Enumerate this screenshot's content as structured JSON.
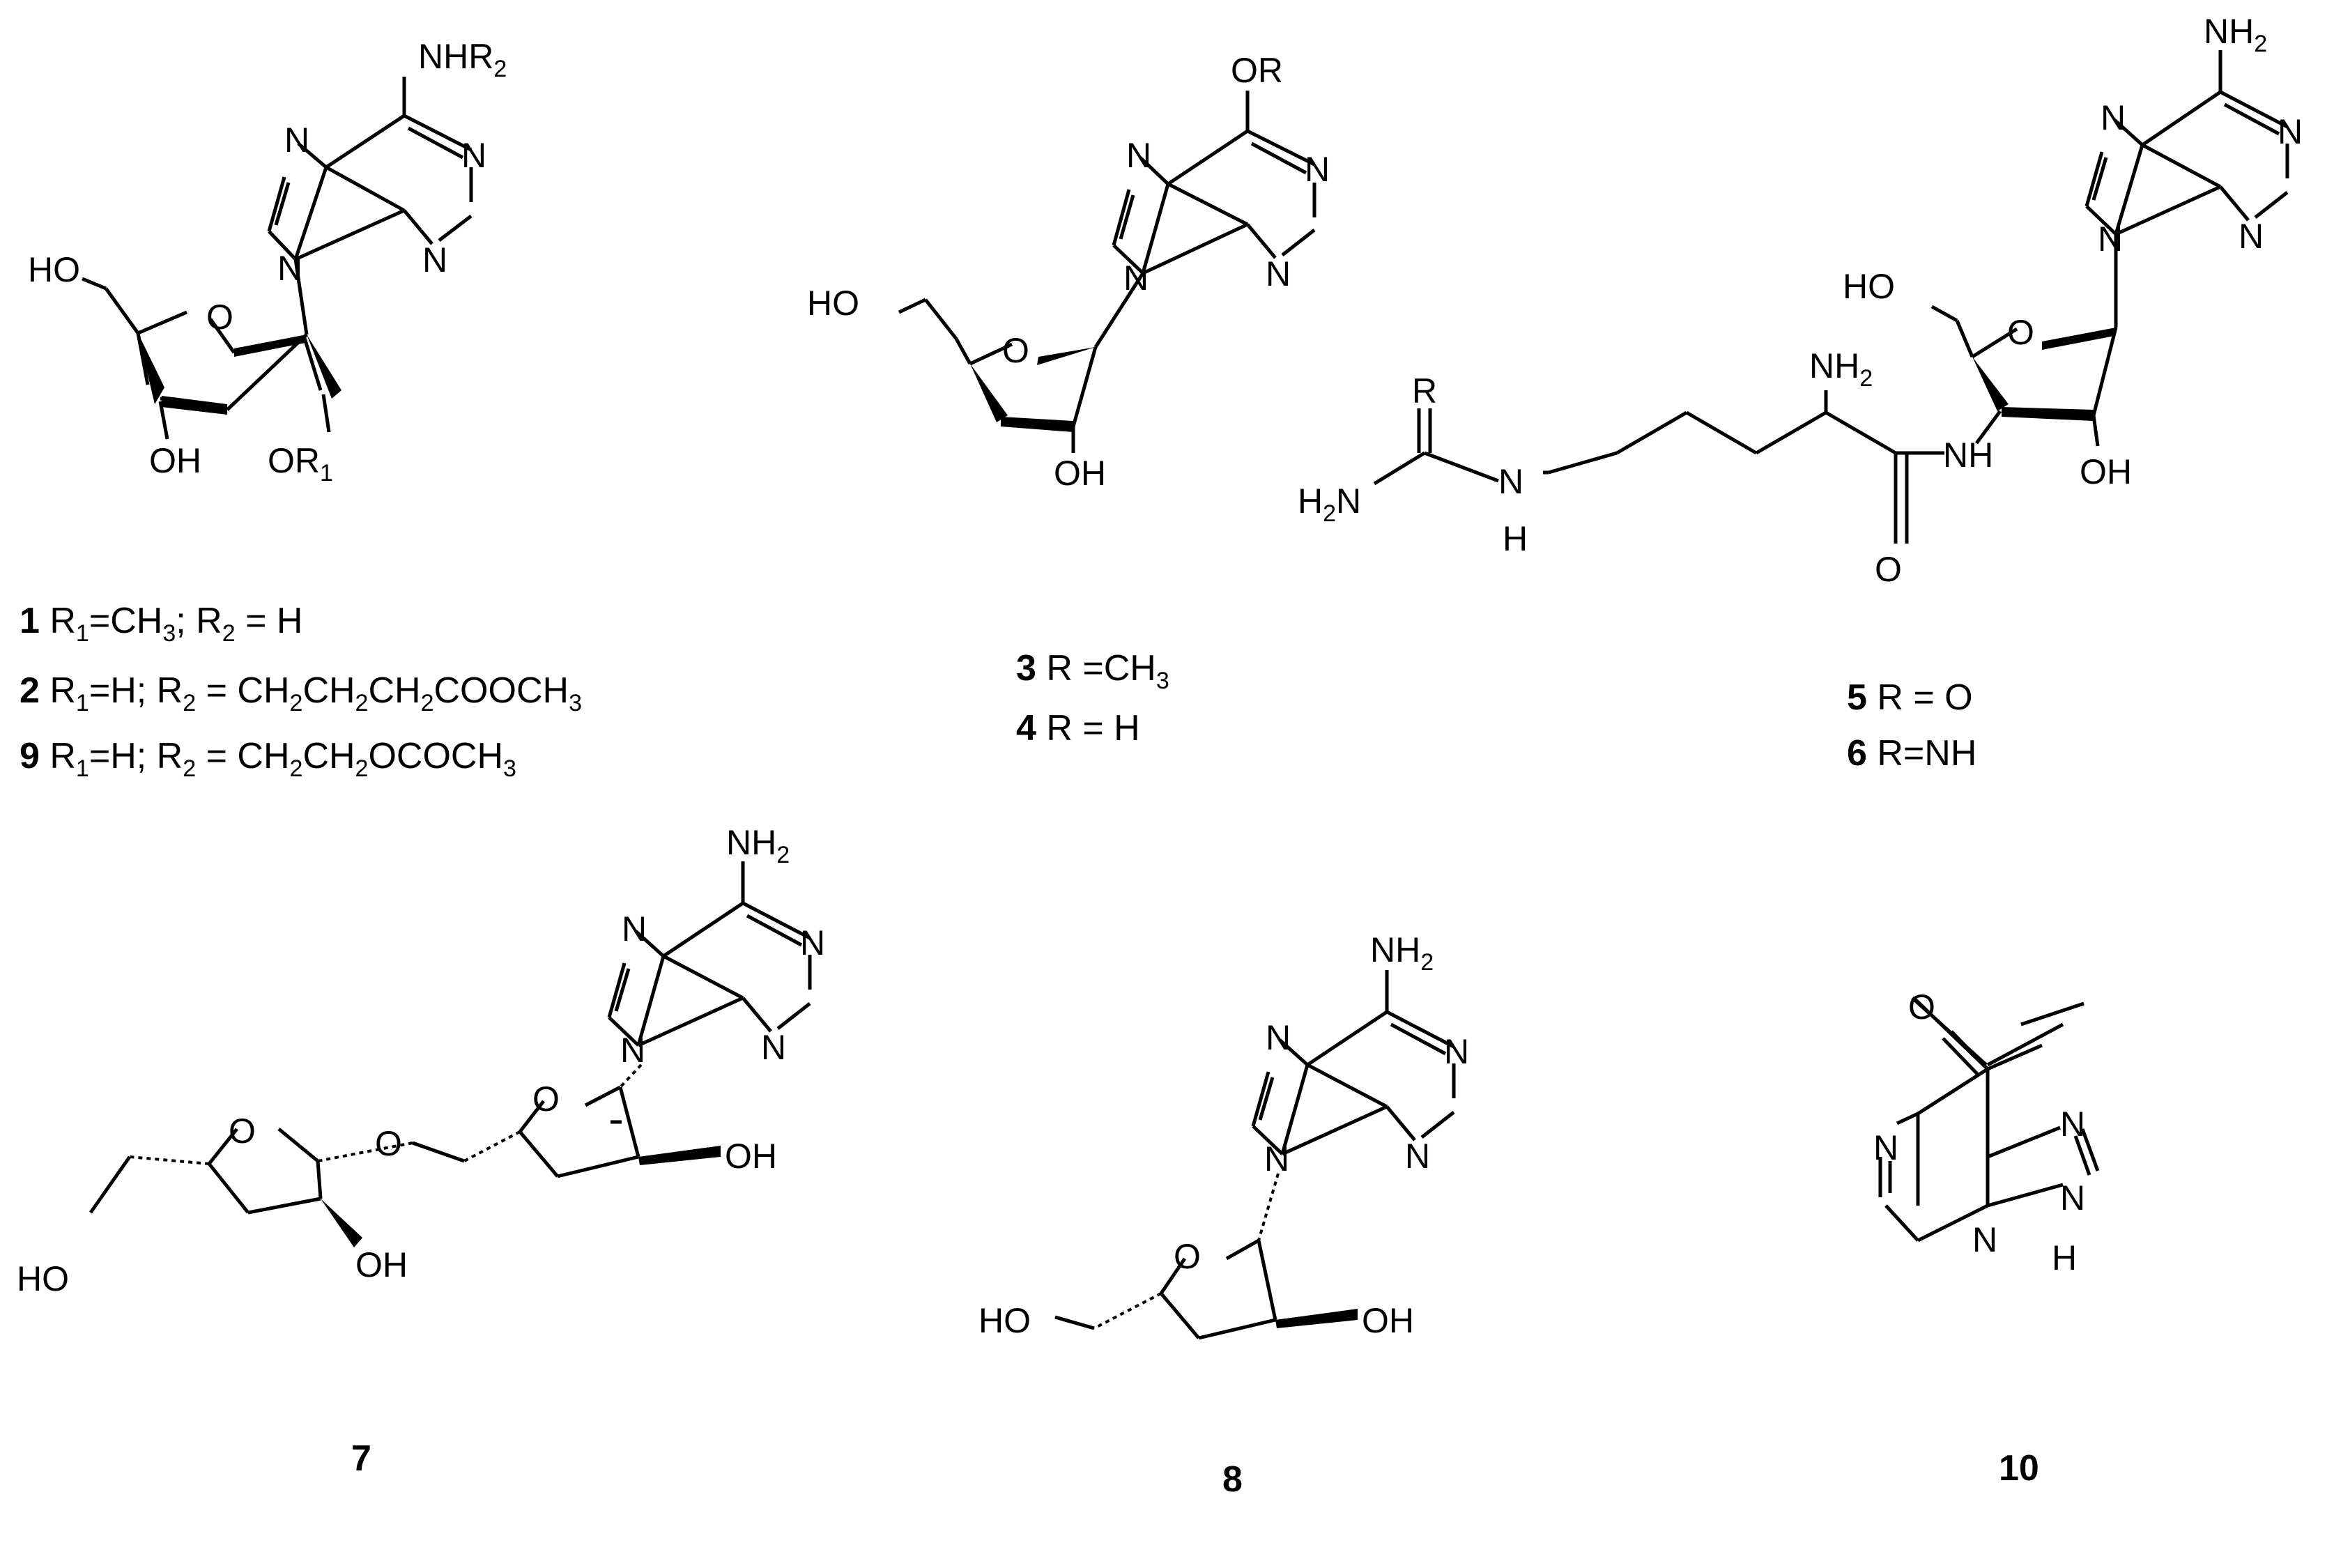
{
  "colors": {
    "ink": "#000000",
    "background": "#ffffff"
  },
  "atom_labels": {
    "N": "N",
    "O": "O",
    "NH": "NH",
    "NH2": "NH",
    "HO": "HO",
    "OH": "OH",
    "H2N": "H",
    "H": "H",
    "R": "R",
    "OR": "OR",
    "NHR2": "NHR",
    "OR1": "OR",
    "sub1": "1",
    "sub2": "2",
    "sub_N_H2": "N"
  },
  "compounds": {
    "c1": {
      "number": "1",
      "label_rest": " R",
      "r1": "=CH",
      "r1_sub": "3",
      "r2": "; R",
      "r2_sub": "2",
      "r2_val": " = H"
    },
    "c2": {
      "number": "2",
      "label_rest": " R",
      "r1": "=H; R",
      "r2_val": " = CH",
      "sub": "2",
      "mid1": "CH",
      "mid2": "CH",
      "tail": "COOCH",
      "tail_sub": "3"
    },
    "c9": {
      "number": "9",
      "label_rest": " R",
      "r1": "=H; R",
      "r2_val": " = CH",
      "sub": "2",
      "mid1": "CH",
      "tail": "OCOCH",
      "tail_sub": "3"
    },
    "c3": {
      "number": "3",
      "text": " R =CH",
      "sub": "3"
    },
    "c4": {
      "number": "4",
      "text": " R = H"
    },
    "c5": {
      "number": "5",
      "text": " R = O"
    },
    "c6": {
      "number": "6",
      "text": " R=NH"
    },
    "c7": {
      "number": "7"
    },
    "c8": {
      "number": "8"
    },
    "c10": {
      "number": "10"
    }
  }
}
